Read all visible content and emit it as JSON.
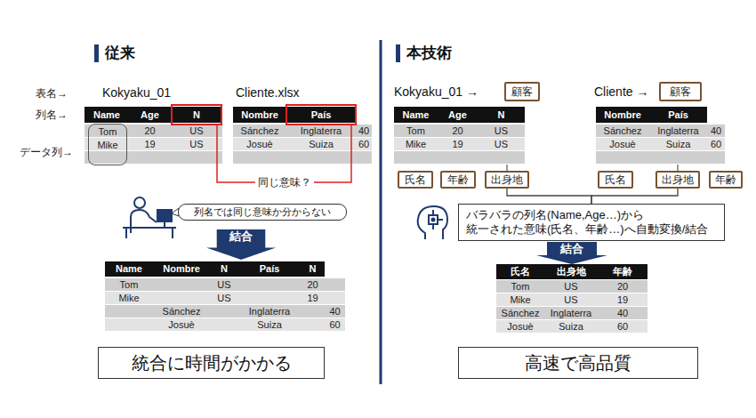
{
  "diagram": {
    "nodes": [
      {
        "text": [
          "N"
        ]
      },
      {
        "text": [
          "País"
        ]
      },
      {
        "text": [
          "Tom",
          "Mike"
        ]
      },
      {
        "text": [
          "列名では同じ意味か分からない"
        ]
      },
      {
        "text": [
          "結合"
        ]
      },
      {
        "text": [
          "統合に時間がかかる"
        ]
      },
      {
        "text": [
          "顧客"
        ]
      },
      {
        "text": [
          "顧客"
        ]
      },
      {
        "text": [
          "氏名"
        ]
      },
      {
        "text": [
          "年齢"
        ]
      },
      {
        "text": [
          "出身地"
        ]
      },
      {
        "text": [
          "氏名"
        ]
      },
      {
        "text": [
          "出身地"
        ]
      },
      {
        "text": [
          "年齢"
        ]
      },
      {
        "text": [
          "バラバラの列名(Name,Age…)から 統一された意味(氏名、年齢…)へ自動変換/結合"
        ]
      },
      {
        "text": [
          "結合"
        ]
      },
      {
        "text": [
          "高速で高品質"
        ]
      }
    ],
    "edges": [
      {
        "from": 0,
        "to": 1,
        "arrow": "none",
        "label": "同じ意味？"
      },
      {
        "from": 10,
        "to": 14,
        "arrow": "none"
      },
      {
        "from": 12,
        "to": 14,
        "arrow": "none"
      }
    ],
    "labels": [
      "従来",
      "表名→",
      "Kokyaku_01",
      "Cliente.xlsx",
      "列名→",
      "データ列→",
      "Name",
      "Age",
      "20",
      "US",
      "19",
      "US",
      "Nombre",
      "Sánchez",
      "Inglaterra",
      "40",
      "Josuè",
      "Suiza",
      "60",
      "Name",
      "Nombre",
      "N",
      "País",
      "N",
      "Tom",
      "US",
      "20",
      "Mike",
      "US",
      "19",
      "Sánchez",
      "Inglaterra",
      "40",
      "Josuè",
      "Suiza",
      "60",
      "本技術",
      "Kokyaku_01 →",
      "Cliente →",
      "Name",
      "Age",
      "N",
      "Tom",
      "20",
      "US",
      "Mike",
      "19",
      "US",
      "Nombre",
      "País",
      "Sánchez",
      "Inglaterra",
      "40",
      "Josuè",
      "Suiza",
      "60",
      "氏名",
      "出身地",
      "年齢",
      "Tom",
      "US",
      "20",
      "Mike",
      "US",
      "19",
      "Sánchez",
      "Inglaterra",
      "40",
      "Josuè",
      "Suiza",
      "60"
    ]
  }
}
